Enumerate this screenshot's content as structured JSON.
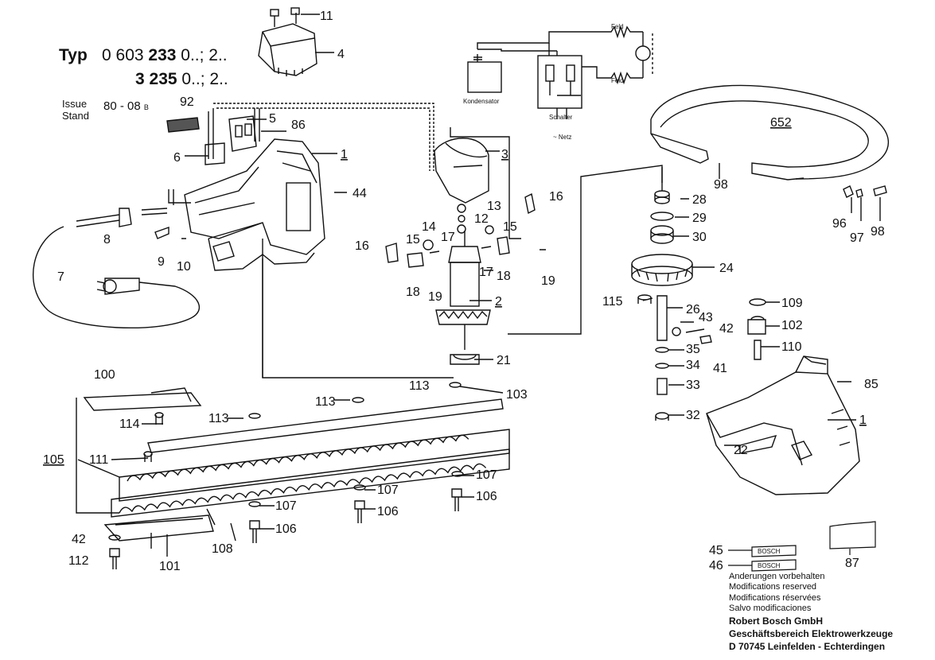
{
  "header": {
    "typ_label": "Typ",
    "line1_prefix": "0 603 ",
    "line1_bold": "233",
    "line1_suffix": " 0..; 2..",
    "line2_bold": "3 235",
    "line2_suffix": " 0..; 2..",
    "issue_label": "Issue",
    "stand_label": "Stand",
    "issue_value": "80 - 08",
    "issue_sub": "B"
  },
  "schematic": {
    "feld_top": "Feld",
    "feld_bottom": "Feld",
    "kondensator": "Kondensator",
    "schalter": "Schalter",
    "netz": "~ Netz"
  },
  "labels": {
    "p11": "11",
    "p4": "4",
    "p92": "92",
    "p5": "5",
    "p86": "86",
    "p6": "6",
    "p1a": "1",
    "p3": "3",
    "p44": "44",
    "p652": "652",
    "p98a": "98",
    "p16a": "16",
    "p16b": "16",
    "p13": "13",
    "p12": "12",
    "p14": "14",
    "p15a": "15",
    "p15b": "15",
    "p17a": "17",
    "p17b": "17",
    "p18a": "18",
    "p18b": "18",
    "p19a": "19",
    "p19b": "19",
    "p2": "2",
    "p21": "21",
    "p8": "8",
    "p9": "9",
    "p10": "10",
    "p7": "7",
    "p28": "28",
    "p29": "29",
    "p30": "30",
    "p24": "24",
    "p96": "96",
    "p97": "97",
    "p98b": "98",
    "p115": "115",
    "p26": "26",
    "p109": "109",
    "p43": "43",
    "p42a": "42",
    "p102": "102",
    "p35": "35",
    "p41": "41",
    "p110": "110",
    "p34": "34",
    "p33": "33",
    "p32": "32",
    "p85": "85",
    "p1b": "1",
    "p22": "22",
    "p100": "100",
    "p113a": "113",
    "p113b": "113",
    "p113c": "113",
    "p103": "103",
    "p114": "114",
    "p105": "105",
    "p111": "111",
    "p107a": "107",
    "p107b": "107",
    "p107c": "107",
    "p106a": "106",
    "p106b": "106",
    "p106c": "106",
    "p42b": "42",
    "p112": "112",
    "p101": "101",
    "p108": "108",
    "p45": "45",
    "p46": "46",
    "p87": "87"
  },
  "label_bosch": "BOSCH",
  "footer": {
    "line1": "Anderungen vorbehalten",
    "line2": "Modifications reserved",
    "line3": "Modifications réservées",
    "line4": "Salvo modificaciones",
    "company": "Robert Bosch GmbH",
    "division": "Geschäftsbereich Elektrowerkzeuge",
    "address": "D 70745 Leinfelden - Echterdingen"
  }
}
